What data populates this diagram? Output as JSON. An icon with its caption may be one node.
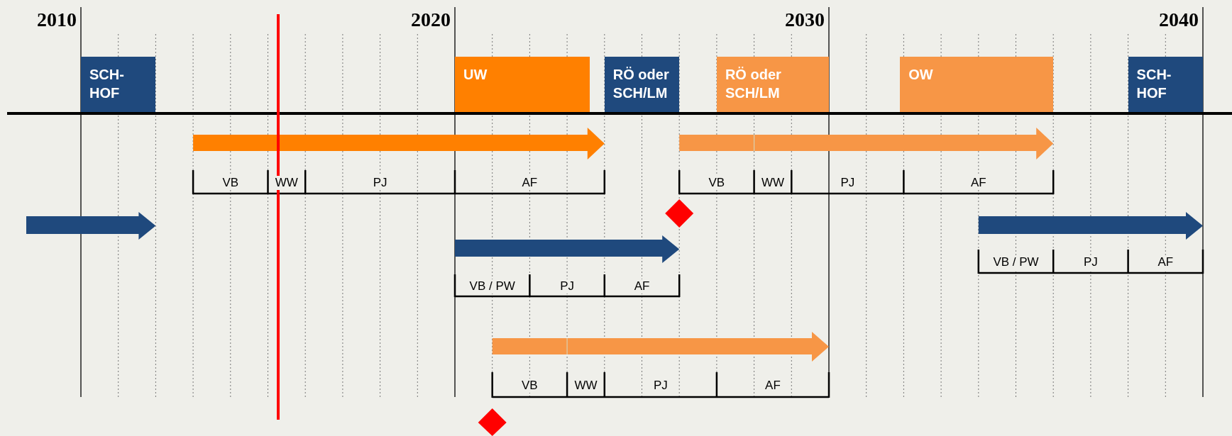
{
  "diagram": {
    "nodes": [
      {
        "text": [
          "SCH- HOF"
        ]
      },
      {
        "text": [
          "UW"
        ]
      },
      {
        "text": [
          "RÖ oder SCH/LM"
        ]
      },
      {
        "text": [
          "RÖ oder SCH/LM"
        ]
      },
      {
        "text": [
          "OW"
        ]
      },
      {
        "text": [
          "SCH- HOF"
        ]
      }
    ],
    "labels": [
      "2010",
      "2020",
      "2030",
      "2040",
      "VB",
      "WW",
      "PJ",
      "AF",
      "VB",
      "WW",
      "PJ",
      "AF",
      "VB / PW",
      "PJ",
      "AF",
      "VB / PW",
      "PJ",
      "AF",
      "VB",
      "WW",
      "PJ",
      "AF"
    ]
  }
}
